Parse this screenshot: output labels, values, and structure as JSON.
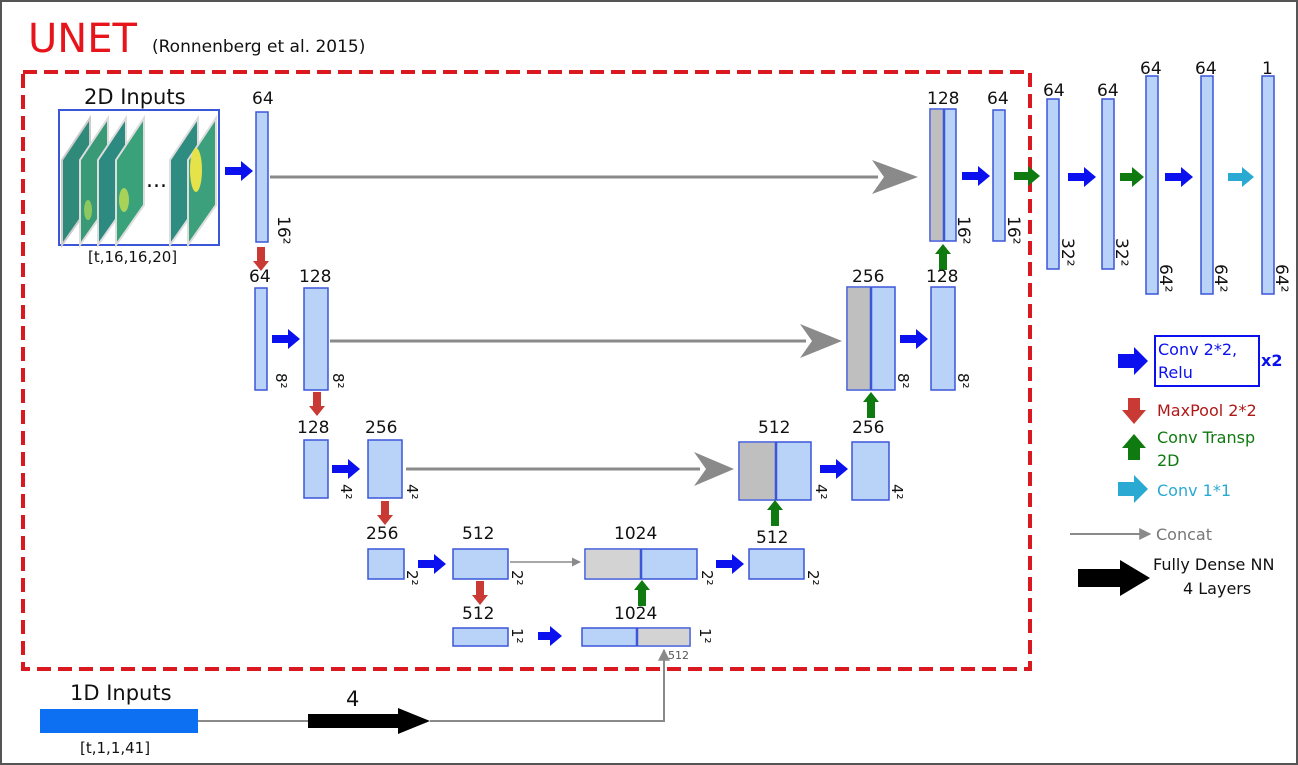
{
  "header": {
    "title": "UNET",
    "citation": "(Ronnenberg et al. 2015)"
  },
  "inputs": {
    "label_2d": "2D Inputs",
    "ellipsis": "...",
    "shape_2d": "[t,16,16,20]",
    "label_1d": "1D Inputs",
    "shape_1d": "[t,1,1,41]",
    "dense_label": "4"
  },
  "layers": {
    "l1a_ch": "64",
    "l1a_sz": "16²",
    "l2a_ch": "64",
    "l2a_sz": "8²",
    "l2b_ch": "128",
    "l2b_sz": "8²",
    "l3a_ch": "128",
    "l3a_sz": "4²",
    "l3b_ch": "256",
    "l3b_sz": "4²",
    "l4a_ch": "256",
    "l4a_sz": "2²",
    "l4b_ch": "512",
    "l4b_sz": "2²",
    "l5a_ch": "512",
    "l5a_sz": "1²",
    "u5_ch": "1024",
    "u5_sz": "1²",
    "u5_extra": "512",
    "u4_ch": "1024",
    "u4_sz": "2²",
    "u4b_ch": "512",
    "u4b_sz": "2²",
    "u3_ch": "512",
    "u3_sz": "4²",
    "u3b_ch": "256",
    "u3b_sz": "4²",
    "u2_ch": "256",
    "u2_sz": "8²",
    "u2b_ch": "128",
    "u2b_sz": "8²",
    "u1_ch": "128",
    "u1_sz": "16²",
    "u1b_ch": "64",
    "u1b_sz": "16²",
    "o1_ch": "64",
    "o1_sz": "32²",
    "o2_ch": "64",
    "o2_sz": "32²",
    "o3_ch": "64",
    "o3_sz": "64²",
    "o4_ch": "64",
    "o4_sz": "64²",
    "o5_ch": "1",
    "o5_sz": "64²"
  },
  "legend": {
    "conv_line1": "Conv 2*2,",
    "conv_line2": "Relu",
    "conv_mult": "x2",
    "maxpool": "MaxPool 2*2",
    "convtransp_line1": "Conv Transp",
    "convtransp_line2": "2D",
    "conv11": "Conv 1*1",
    "concat": "Concat",
    "dense_line1": "Fully Dense NN",
    "dense_line2": "4 Layers"
  },
  "colors": {
    "title": "#e8141b",
    "dashed_frame": "#d9181f",
    "block_fill": "#b9d2f7",
    "block_stroke": "#3a56d9",
    "concat_fill": "#bfbfbf",
    "conv_arrow": "#0a10ee",
    "maxpool_arrow": "#c93a34",
    "convtransp_arrow": "#0f7a0f",
    "conv11_arrow": "#2aa9d2",
    "concat_arrow": "#8a8a8a",
    "dense_arrow": "#000000",
    "input_1d": "#0d6ff2"
  }
}
